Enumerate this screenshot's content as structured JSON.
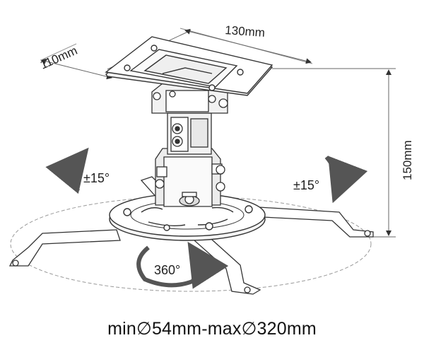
{
  "dimensions": {
    "top_width": "130mm",
    "top_depth": "110mm",
    "height": "150mm"
  },
  "rotations": {
    "tilt_left": "±15°",
    "tilt_right": "±15°",
    "swivel": "360°"
  },
  "caption": {
    "text": "min∅54mm-max∅320mm"
  }
}
